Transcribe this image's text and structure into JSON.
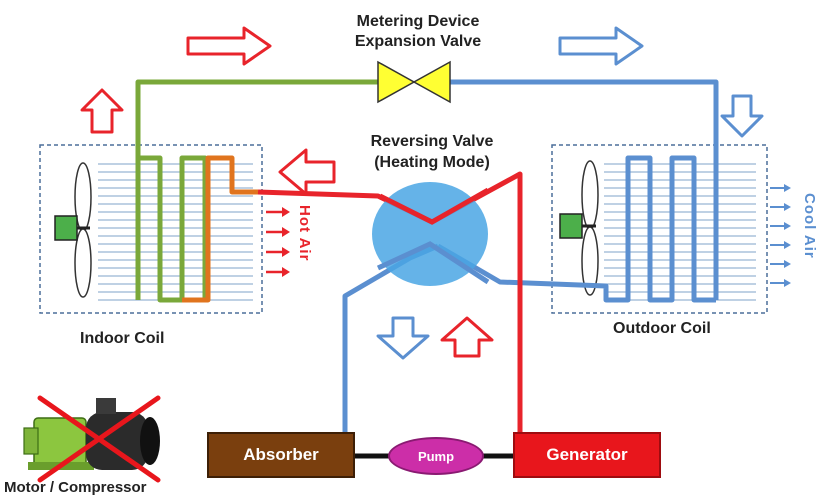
{
  "labels": {
    "metering_line1": "Metering Device",
    "metering_line2": "Expansion Valve",
    "reversing_line1": "Reversing Valve",
    "reversing_line2": "(Heating Mode)",
    "indoor_coil": "Indoor Coil",
    "outdoor_coil": "Outdoor Coil",
    "hot_air": "Hot  Air",
    "cool_air": "Cool  Air",
    "motor_compressor": "Motor / Compressor"
  },
  "components": {
    "absorber": "Absorber",
    "pump": "Pump",
    "generator": "Generator"
  },
  "colors": {
    "hot_line": "#e8242b",
    "cold_line": "#5b8fd0",
    "green_line": "#7aa83a",
    "orange_coil": "#e0741e",
    "absorber_fill": "#7a3f0e",
    "pump_fill": "#cc2ea8",
    "generator_fill": "#e8161c",
    "valve_fill": "#ffff33",
    "reversing_valve_fill": "#4aa6e4",
    "fan_motor": "#4caf4a",
    "cross_mark": "#e8161c"
  },
  "icons": [
    "fan-icon",
    "arrow-icon",
    "expansion-valve-icon",
    "reversing-valve-icon",
    "motor-compressor-icon",
    "cross-out-icon"
  ]
}
